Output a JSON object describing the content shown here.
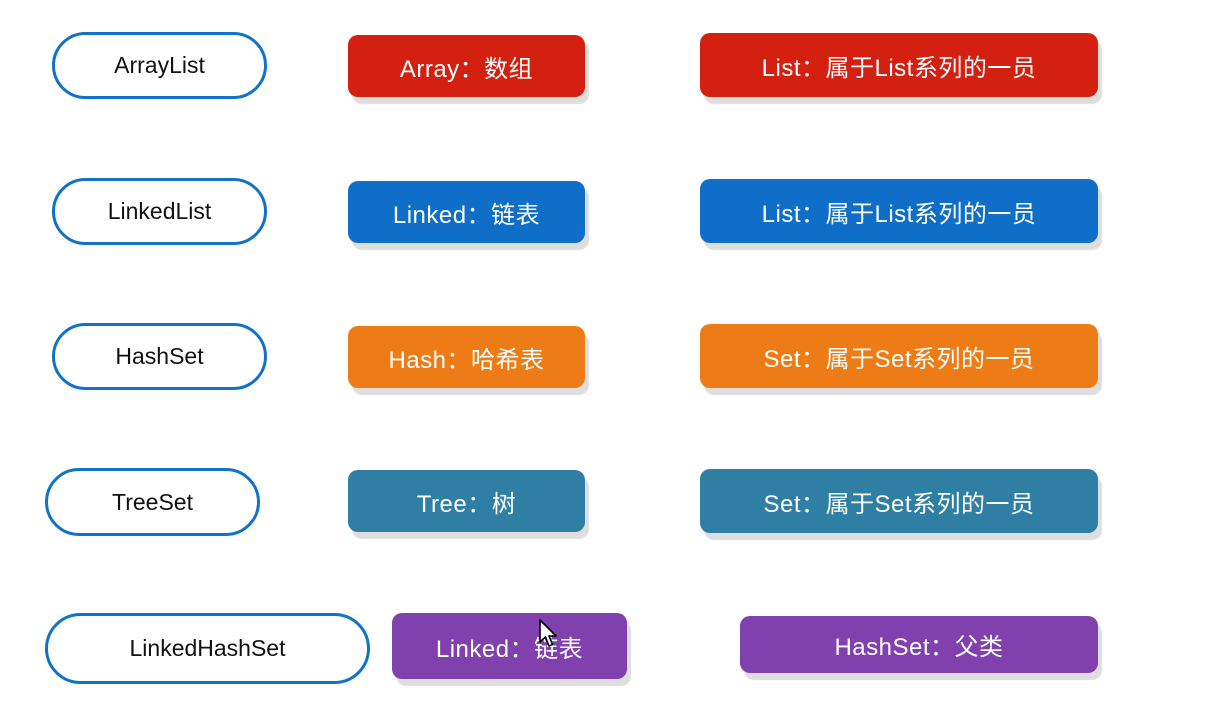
{
  "diagram": {
    "description_rows": [
      {
        "class_name": "ArrayList",
        "prefix_meaning": "Array：数组",
        "family_meaning": "List：属于List系列的一员",
        "color": "#d32011",
        "color_name": "red"
      },
      {
        "class_name": "LinkedList",
        "prefix_meaning": "Linked：链表",
        "family_meaning": "List：属于List系列的一员",
        "color": "#0f6ec8",
        "color_name": "blue"
      },
      {
        "class_name": "HashSet",
        "prefix_meaning": "Hash：哈希表",
        "family_meaning": "Set：属于Set系列的一员",
        "color": "#ee7c16",
        "color_name": "orange"
      },
      {
        "class_name": "TreeSet",
        "prefix_meaning": "Tree：树",
        "family_meaning": "Set：属于Set系列的一员",
        "color": "#2e7fa3",
        "color_name": "teal"
      },
      {
        "class_name": "LinkedHashSet",
        "prefix_meaning": "Linked：链表",
        "family_meaning": "HashSet：父类",
        "color": "#8040ad",
        "color_name": "purple"
      }
    ],
    "pill_border_color": "#1272c8",
    "shadow_color": "#dedede",
    "background_color": "#ffffff"
  },
  "cursor": {
    "icon": "arrow-cursor"
  }
}
